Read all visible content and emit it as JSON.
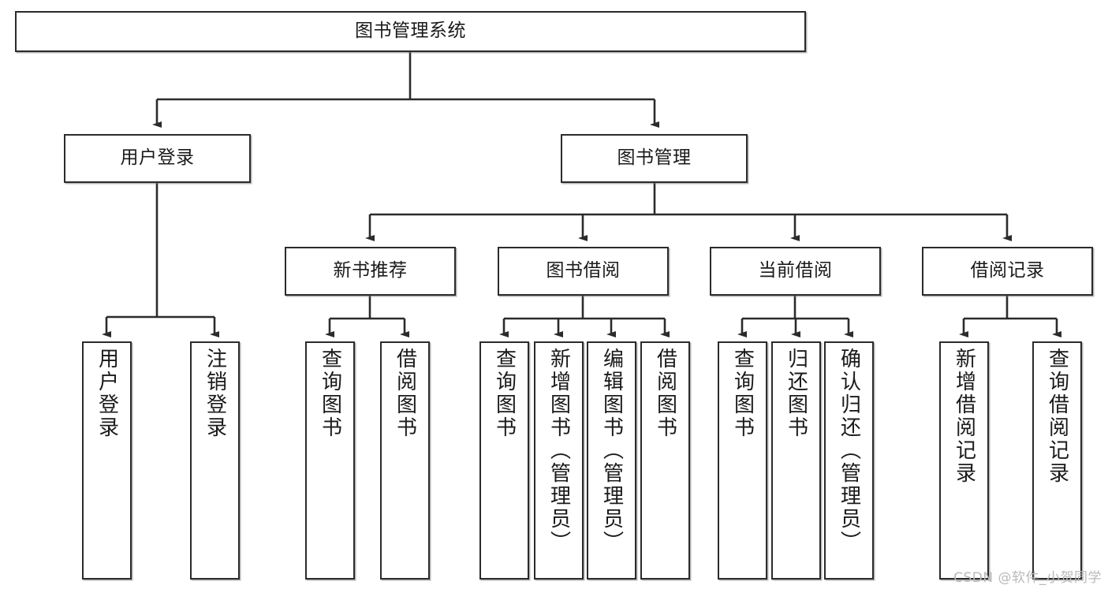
{
  "diagram": {
    "type": "tree",
    "title": "图书管理系统",
    "orientation": "top-down",
    "colors": {
      "node_border": "#2b2b2b",
      "node_fill": "#ffffff",
      "edge": "#2b2b2b",
      "text": "#1a1a1a",
      "watermark": "#b9b9b9",
      "background": "#ffffff"
    }
  },
  "watermark": {
    "text": "CSDN @软件_小贺同学"
  },
  "nodes": {
    "root": {
      "label": "图书管理系统",
      "level": 0
    },
    "level1": [
      {
        "id": "user-login",
        "label": "用户登录"
      },
      {
        "id": "book-manage",
        "label": "图书管理"
      }
    ],
    "level2": [
      {
        "id": "new-book-rec",
        "label": "新书推荐",
        "parent": "book-manage"
      },
      {
        "id": "book-borrow",
        "label": "图书借阅",
        "parent": "book-manage"
      },
      {
        "id": "current-borrow",
        "label": "当前借阅",
        "parent": "book-manage"
      },
      {
        "id": "borrow-record",
        "label": "借阅记录",
        "parent": "book-manage"
      }
    ],
    "leaves": {
      "user-login": [
        {
          "id": "leaf-user-login",
          "label": "用户登录"
        },
        {
          "id": "leaf-logout",
          "label": "注销登录"
        }
      ],
      "new-book-rec": [
        {
          "id": "leaf-query-book-1",
          "label": "查询图书"
        },
        {
          "id": "leaf-borrow-book-1",
          "label": "借阅图书"
        }
      ],
      "book-borrow": [
        {
          "id": "leaf-query-book-2",
          "label": "查询图书"
        },
        {
          "id": "leaf-add-book",
          "label": "新增图书（管理员）"
        },
        {
          "id": "leaf-edit-book",
          "label": "编辑图书（管理员）"
        },
        {
          "id": "leaf-borrow-book-2",
          "label": "借阅图书"
        }
      ],
      "current-borrow": [
        {
          "id": "leaf-query-book-3",
          "label": "查询图书"
        },
        {
          "id": "leaf-return-book",
          "label": "归还图书"
        },
        {
          "id": "leaf-confirm-return",
          "label": "确认归还（管理员）"
        }
      ],
      "borrow-record": [
        {
          "id": "leaf-add-record",
          "label": "新增借阅记录"
        },
        {
          "id": "leaf-query-record",
          "label": "查询借阅记录"
        }
      ]
    }
  }
}
